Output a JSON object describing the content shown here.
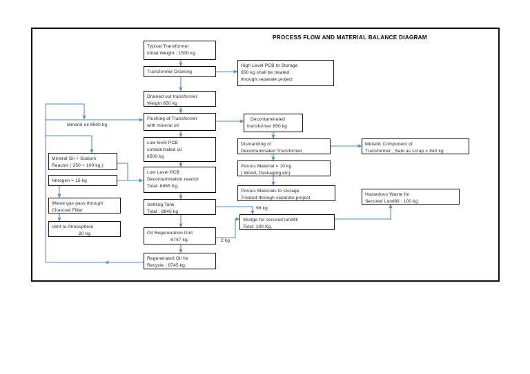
{
  "diagram": {
    "title": "PROCESS FLOW   AND MATERIAL BALANCE DIAGRAM",
    "accent_color": "#4f81bd",
    "border_color": "#000000",
    "nodes": {
      "typical_transformer": {
        "line1": "Typical Transformer",
        "line2": "Initial Weight : 1500 kg"
      },
      "transformer_draining": {
        "line1": "Transformer Draining"
      },
      "high_level_pcb": {
        "line1": "High Level PCB to Storage",
        "line2": "650 kg shall be treated",
        "line3": "through separate project"
      },
      "drained_out_transformer": {
        "line1": "Drained  out transformer",
        "line2": "Weight 850 kg"
      },
      "flushing_of_transformer": {
        "line1": "Flushing of Transformer",
        "line2": "with mineral oil"
      },
      "decontaminated_transformer": {
        "line1": "Decontaminated",
        "line2": "transformer 850 kg"
      },
      "low_level_pcb_oil": {
        "line1": "Low level PCB",
        "line2": "contaminated  oil",
        "line3": "8500 kg"
      },
      "dismantling": {
        "line1": "Dismantling of",
        "line2": "Decontaminated Transformer"
      },
      "metallic_component": {
        "line1": "Metallic Component of",
        "line2": "Transformer , Sale as scrap = 840 kg"
      },
      "mineral_oil_sodium": {
        "line1": "Mineral Oil + Sodium",
        "line2": "Reactor ( 250 + 100 kg.)"
      },
      "porous_material": {
        "line1": "Porous Material = 10 kg",
        "line2": "( Wood, Packaging etc)"
      },
      "low_level_pcb_reactor": {
        "line1": " Low Level PCB",
        "line2": "Decontamination reactor",
        "line3": "Total: 8865 Kg."
      },
      "nitrogen": {
        "line1": "Nitrogen = 15 kg"
      },
      "porous_to_storage": {
        "line1": "Porous Materials to storage",
        "line2": "Treated through separate project"
      },
      "hazardous_waste": {
        "line1": "Hazardous Waste for",
        "line2": "Secured Landfill : 100 kg."
      },
      "waste_gas_charcoal": {
        "line1": "Waste gas  pass through",
        "line2": "Charcoal Filter"
      },
      "settling_tank": {
        "line1": "Settling Tank",
        "line2": "Total : 8845 kg"
      },
      "sludge_landfill": {
        "line1": "Sludge for secured landfill",
        "line2": "Total: 100 Kg."
      },
      "vent_atmosphere": {
        "line1": "Vent to Atmosphere",
        "line2": "20 kg"
      },
      "oil_regeneration": {
        "line1": "Oil Regeneration Unit",
        "line2": "8747 kg."
      },
      "regenerated_oil": {
        "line1": "Regenerated Oil for",
        "line2": " Recycle : 8745 kg."
      }
    },
    "edge_labels": {
      "mineral_oil_stream": "Mineral oil 8500 kg",
      "sludge_stream": "98 kg",
      "bleed_stream": "2 kg"
    }
  }
}
